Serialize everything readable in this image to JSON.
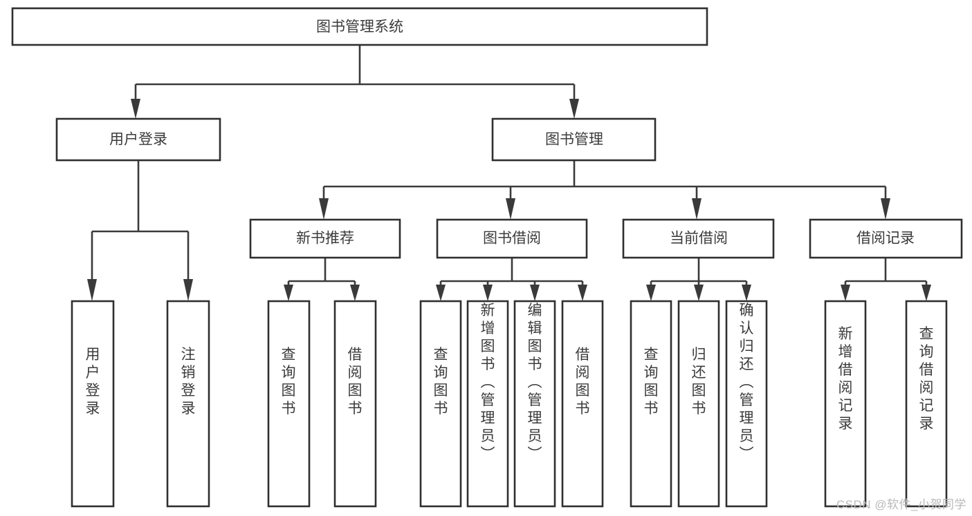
{
  "diagram": {
    "type": "hierarchy-tree",
    "title": "图书管理系统",
    "orientation": "top-down",
    "background_color": "#ffffff",
    "line_color": "#3a3a3a",
    "box_border_color": "#2f2f2f",
    "text_color": "#3b3b3b"
  },
  "nodes": {
    "root": {
      "label": "图书管理系统",
      "level": 1
    },
    "level2": [
      {
        "label": "用户登录",
        "level": 2
      },
      {
        "label": "图书管理",
        "level": 2
      }
    ],
    "level3": [
      {
        "label": "新书推荐",
        "level": 3
      },
      {
        "label": "图书借阅",
        "level": 3
      },
      {
        "label": "当前借阅",
        "level": 3
      },
      {
        "label": "借阅记录",
        "level": 3
      }
    ],
    "leaves": {
      "user_login": [
        {
          "label": "用户登录"
        },
        {
          "label": "注销登录"
        }
      ],
      "new_book_recommend": [
        {
          "label": "查询图书"
        },
        {
          "label": "借阅图书"
        }
      ],
      "book_borrow": [
        {
          "label": "查询图书"
        },
        {
          "label": "新增图书（管理员）"
        },
        {
          "label": "编辑图书（管理员）"
        },
        {
          "label": "借阅图书"
        }
      ],
      "current_borrow": [
        {
          "label": "查询图书"
        },
        {
          "label": "归还图书"
        },
        {
          "label": "确认归还（管理员）"
        }
      ],
      "borrow_record": [
        {
          "label": "新增借阅记录"
        },
        {
          "label": "查询借阅记录"
        }
      ]
    }
  },
  "watermark": {
    "text": "CSDN @软件_小贺同学"
  }
}
